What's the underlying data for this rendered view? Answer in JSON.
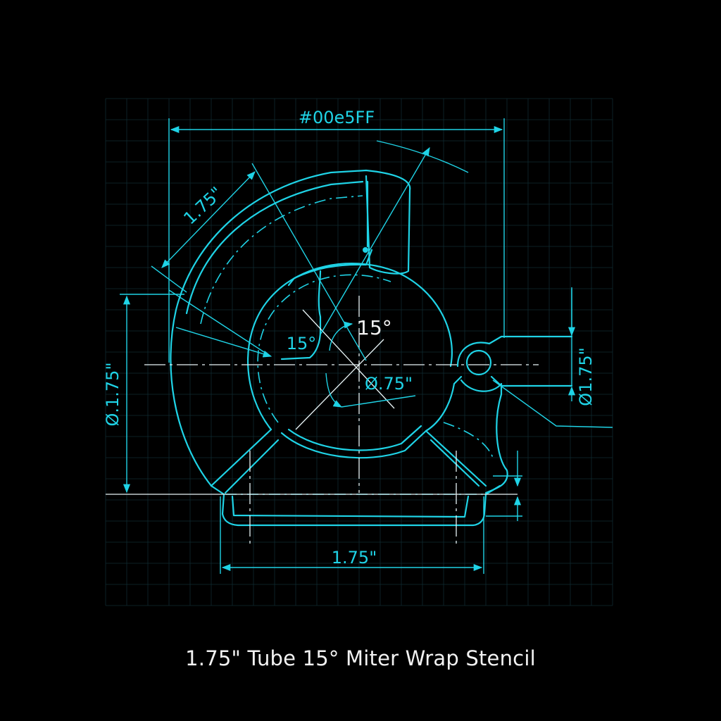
{
  "drawing": {
    "color_label": "#00e5FF",
    "dim_top_left": "1.75\"",
    "dim_left_diameter": "Ø.1.75\"",
    "dim_right_diameter": "Ø1.75\"",
    "dim_bottom": "1.75\"",
    "angle_left": "15°",
    "angle_center": "15°",
    "dim_inner_diameter": "Ø.75\"",
    "caption": "1.75\" Tube 15° Miter Wrap Stencil"
  },
  "colors": {
    "line": "#1fd3e6",
    "center_line": "#e8f4f6",
    "background": "#000000"
  }
}
